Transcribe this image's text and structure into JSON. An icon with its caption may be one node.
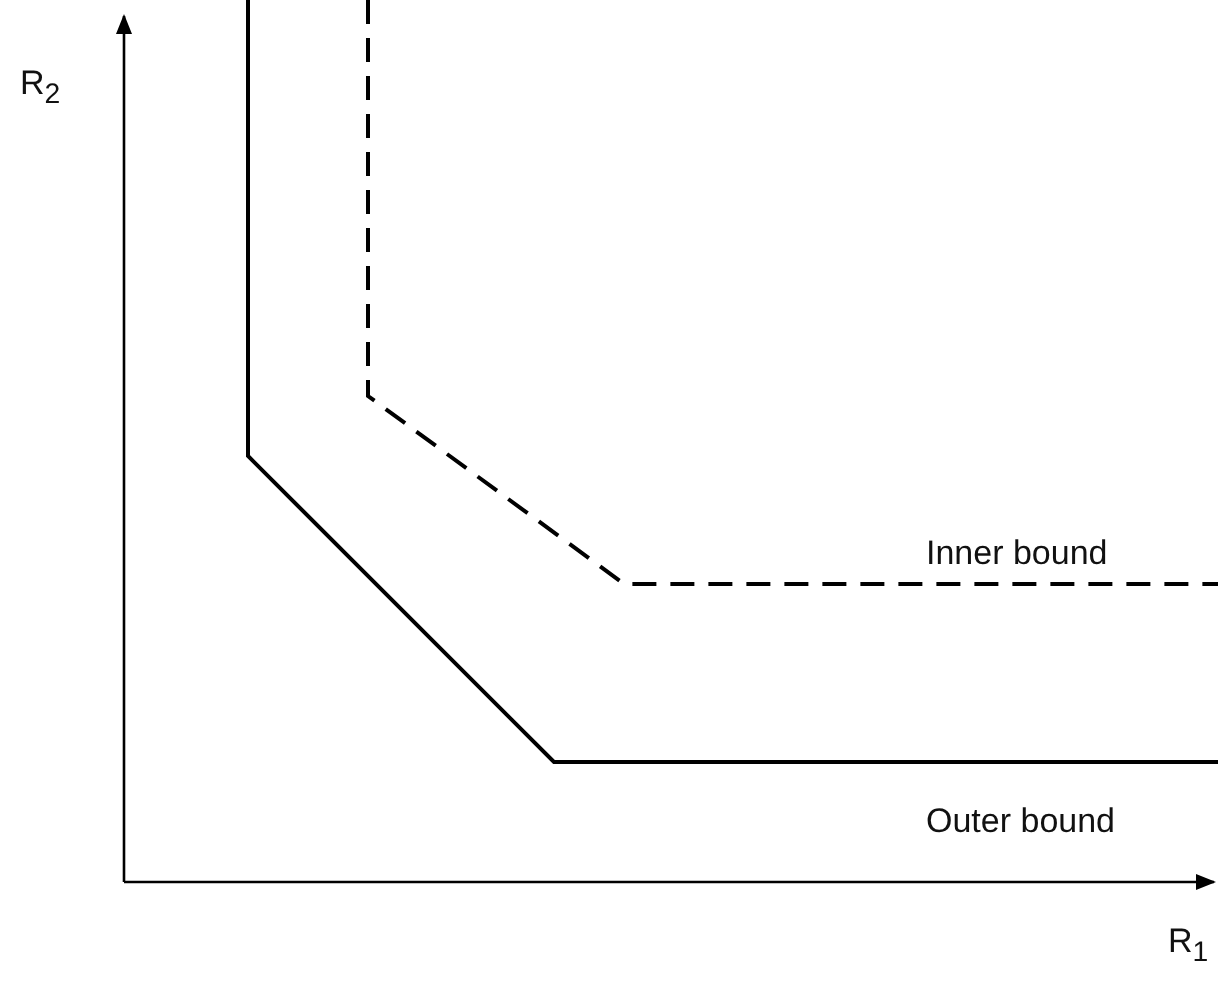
{
  "diagram": {
    "labels": [
      "R$_{2}$",
      "Inner bound",
      "Outer bound",
      "R$_{1}$"
    ]
  }
}
